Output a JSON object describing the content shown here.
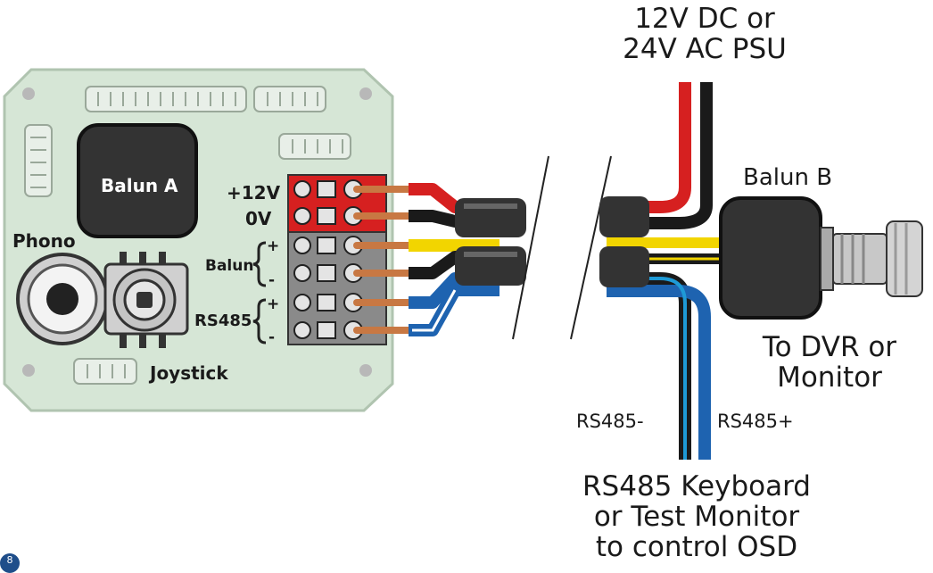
{
  "psu": {
    "line1": "12V DC or",
    "line2": "24V AC PSU"
  },
  "balun_a": "Balun A",
  "balun_b": "Balun B",
  "dvr": {
    "line1": "To DVR or",
    "line2": "Monitor"
  },
  "terminals": {
    "plus12v": "+12V",
    "zero_v": "0V",
    "balun": "Balun",
    "rs485": "RS485",
    "plus": "+",
    "minus": "-"
  },
  "phono": "Phono",
  "joystick": "Joystick",
  "rs485_minus": "RS485-",
  "rs485_plus": "RS485+",
  "keyboard": {
    "line1": "RS485 Keyboard",
    "line2": "or Test Monitor",
    "line3": "to control OSD"
  },
  "page_number": "8",
  "colors": {
    "board": "#d8e8d8",
    "red_wire": "#d62020",
    "black_wire": "#1a1a1a",
    "yellow_wire": "#f2d500",
    "blue_wire": "#1e63b0",
    "copper": "#c87843"
  }
}
